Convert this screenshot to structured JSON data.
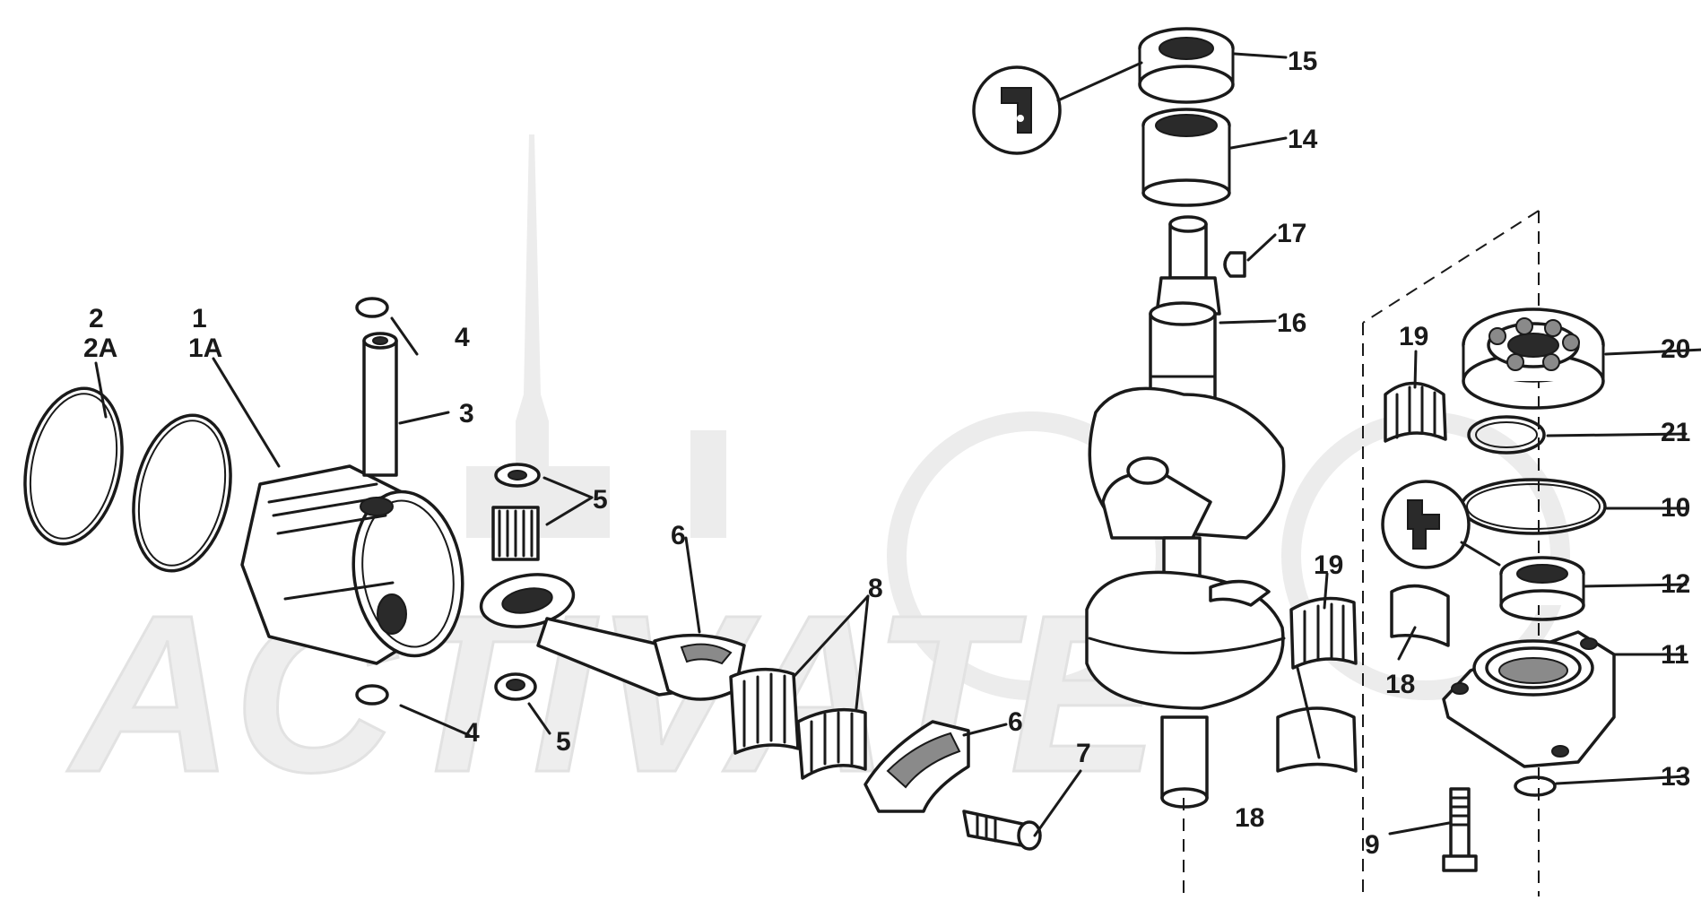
{
  "diagram": {
    "watermark_text": "ACTIVATE",
    "callouts": {
      "c1": "1",
      "c1a": "1A",
      "c2": "2",
      "c2a": "2A",
      "c3": "3",
      "c4a": "4",
      "c4b": "4",
      "c5a": "5",
      "c5b": "5",
      "c6a": "6",
      "c6b": "6",
      "c7": "7",
      "c8": "8",
      "c9": "9",
      "c10": "10",
      "c11": "11",
      "c12": "12",
      "c13": "13",
      "c14": "14",
      "c15": "15",
      "c16": "16",
      "c17": "17",
      "c18a": "18",
      "c18b": "18",
      "c19a": "19",
      "c19b": "19",
      "c20": "20",
      "c21": "21"
    }
  }
}
